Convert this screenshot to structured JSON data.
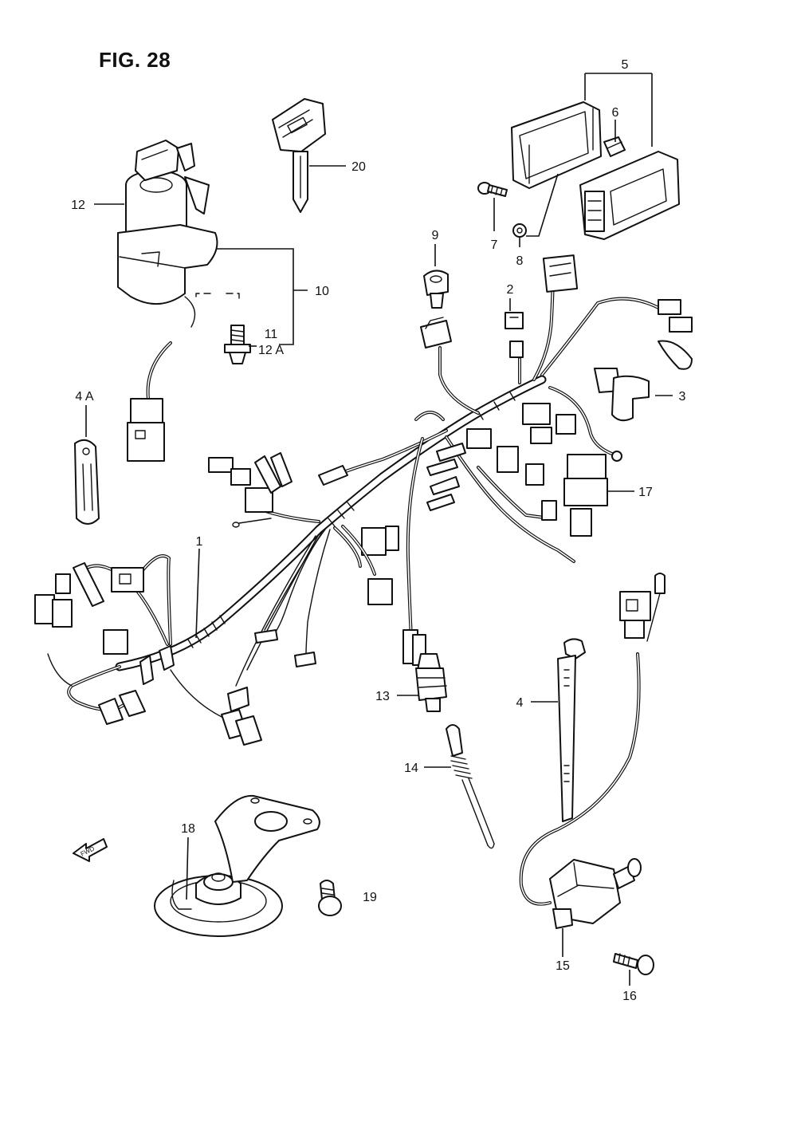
{
  "figure": {
    "title": "FIG. 28"
  },
  "callouts": [
    {
      "id": "1",
      "text": "1"
    },
    {
      "id": "2",
      "text": "2"
    },
    {
      "id": "3",
      "text": "3"
    },
    {
      "id": "4",
      "text": "4"
    },
    {
      "id": "4A",
      "text": "4 A"
    },
    {
      "id": "5",
      "text": "5"
    },
    {
      "id": "6",
      "text": "6"
    },
    {
      "id": "7",
      "text": "7"
    },
    {
      "id": "8",
      "text": "8"
    },
    {
      "id": "9",
      "text": "9"
    },
    {
      "id": "10",
      "text": "10"
    },
    {
      "id": "11",
      "text": "11"
    },
    {
      "id": "12",
      "text": "12"
    },
    {
      "id": "12A",
      "text": "12 A"
    },
    {
      "id": "13",
      "text": "13"
    },
    {
      "id": "14",
      "text": "14"
    },
    {
      "id": "15",
      "text": "15"
    },
    {
      "id": "16",
      "text": "16"
    },
    {
      "id": "17",
      "text": "17"
    },
    {
      "id": "18",
      "text": "18"
    },
    {
      "id": "19",
      "text": "19"
    },
    {
      "id": "20",
      "text": "20"
    }
  ],
  "direction_arrow": {
    "label": "FWD"
  }
}
